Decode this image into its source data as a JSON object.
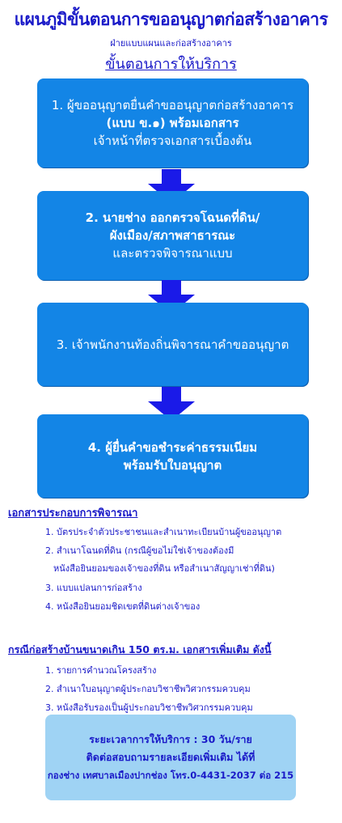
{
  "header": {
    "title": "แผนภูมิขั้นตอนการขออนุญาตก่อสร้างอาคาร",
    "department": "ฝ่ายแบบแผนและก่อสร้างอาคาร",
    "section_title": "ขั้นตอนการให้บริการ"
  },
  "steps": [
    {
      "line1": "1. ผู้ขออนุญาตยื่นคำขออนุญาตก่อสร้างอาคาร",
      "line2": "(แบบ ข.๑) พร้อมเอกสาร",
      "line3": "เจ้าหน้าที่ตรวจเอกสารเบื้องต้น"
    },
    {
      "line1": "2. นายช่าง ออกตรวจโฉนดที่ดิน/",
      "line2": "ผังเมือง/สภาพสาธารณะ",
      "line3": "และตรวจพิจารณาแบบ"
    },
    {
      "line1": "3. เจ้าพนักงานท้องถิ่นพิจารณาคำขออนุญาต"
    },
    {
      "line1": "4. ผู้ยื่นคำขอชำระค่าธรรมเนียม",
      "line2": "พร้อมรับใบอนุญาต"
    }
  ],
  "documents": {
    "heading": "เอกสารประกอบการพิจารณา",
    "items": [
      "1. บัตรประจำตัวประชาชนและสำเนาทะเบียนบ้านผู้ขออนุญาต",
      "2. สำเนาโฉนดที่ดิน (กรณีผู้ขอไม่ใช่เจ้าของต้องมี",
      "หนังสือยินยอมของเจ้าของที่ดิน หรือสำเนาสัญญาเช่าที่ดิน)",
      "3. แบบแปลนการก่อสร้าง",
      "4. หนังสือยินยอมชิดเขตที่ดินต่างเจ้าของ"
    ]
  },
  "extra_documents": {
    "heading": "กรณีก่อสร้างบ้านขนาดเกิน 150 ตร.ม. เอกสารเพิ่มเติม ดังนี้",
    "items": [
      "1. รายการคำนวณโครงสร้าง",
      "2. สำเนาใบอนุญาตผู้ประกอบวิชาชีพวิศวกรรมควบคุม",
      "3. หนังสือรับรองเป็นผู้ประกอบวิชาชีพวิศวกรรมควบคุม"
    ]
  },
  "footer": {
    "service_time": "ระยะเวลาการให้บริการ : 30 วัน/ราย",
    "contact": "ติดต่อสอบถามรายละเอียดเพิ่มเติม ได้ที่",
    "office": "กองช่าง เทศบาลเมืองปากช่อง โทร.0-4431-2037 ต่อ 215"
  },
  "colors": {
    "step_box": "#1385e6",
    "arrow": "#1a1ae8",
    "heading_text": "#1a1ac8",
    "footer_box": "#9fd3f4"
  }
}
